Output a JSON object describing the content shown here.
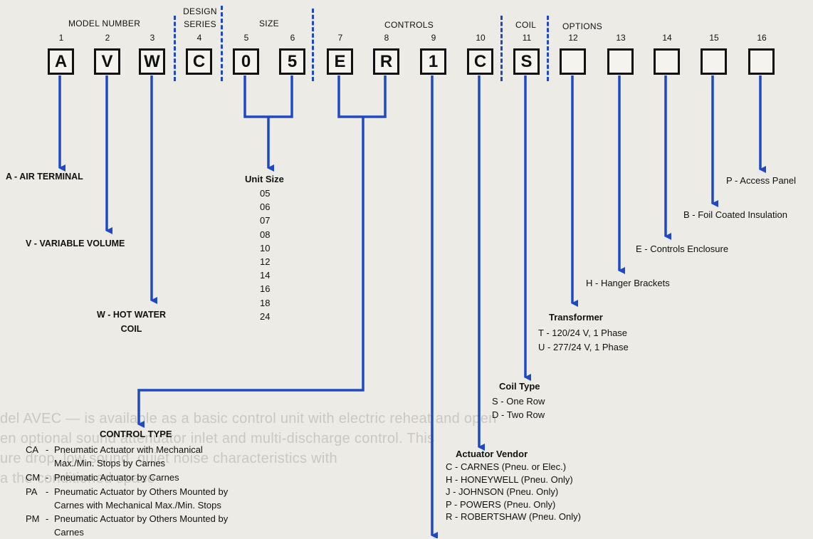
{
  "headers": {
    "model_number": "MODEL NUMBER",
    "design_series_line1": "DESIGN",
    "design_series_line2": "SERIES",
    "size": "SIZE",
    "controls": "CONTROLS",
    "coil": "COIL",
    "options": "OPTIONS"
  },
  "positions": [
    "1",
    "2",
    "3",
    "4",
    "5",
    "6",
    "7",
    "8",
    "9",
    "10",
    "11",
    "12",
    "13",
    "14",
    "15",
    "16"
  ],
  "boxes": [
    "A",
    "V",
    "W",
    "C",
    "0",
    "5",
    "E",
    "R",
    "1",
    "C",
    "S",
    "",
    "",
    "",
    "",
    ""
  ],
  "labels": {
    "air_terminal": "A - AIR TERMINAL",
    "variable_volume": "V - VARIABLE VOLUME",
    "hot_water_line1": "W - HOT WATER",
    "hot_water_line2": "COIL"
  },
  "unit_size": {
    "title": "Unit Size",
    "values": [
      "05",
      "06",
      "07",
      "08",
      "10",
      "12",
      "14",
      "16",
      "18",
      "24"
    ]
  },
  "control_type": {
    "title": "CONTROL TYPE",
    "items": [
      {
        "code": "CA",
        "lines": [
          "Pneumatic Actuator with Mechanical",
          "Max./Min. Stops by Carnes"
        ]
      },
      {
        "code": "CM",
        "lines": [
          "Pneumatic Actuator by Carnes"
        ]
      },
      {
        "code": "PA",
        "lines": [
          "Pneumatic Actuator by Others Mounted by",
          "Carnes with Mechanical Max./Min. Stops"
        ]
      },
      {
        "code": "PM",
        "lines": [
          "Pneumatic Actuator by Others Mounted by",
          "Carnes"
        ]
      }
    ]
  },
  "actuator_vendor": {
    "title": "Actuator Vendor",
    "items": [
      "C - CARNES (Pneu. or Elec.)",
      "H - HONEYWELL (Pneu. Only)",
      "J - JOHNSON (Pneu. Only)",
      "P - POWERS (Pneu. Only)",
      "R - ROBERTSHAW (Pneu. Only)"
    ]
  },
  "coil_type": {
    "title": "Coil Type",
    "items": [
      "S - One Row",
      "D - Two Row"
    ]
  },
  "transformer": {
    "title": "Transformer",
    "items": [
      "T - 120/24 V, 1 Phase",
      "U - 277/24 V, 1 Phase"
    ]
  },
  "options": {
    "hanger_brackets": "H - Hanger Brackets",
    "controls_enclosure": "E - Controls Enclosure",
    "foil_insulation": "B - Foil Coated Insulation",
    "access_panel": "P - Access Panel"
  },
  "background_text": [
    "del AVEC — is available as a basic control unit with electric reheat and open",
    "en optional sound attenuator inlet and multi-discharge control. This",
    "ure drop, low sound, quiet noise characteristics with",
    "a the conditioned space"
  ],
  "colors": {
    "arrow": "#1f49c4",
    "separator": "#1f49c4",
    "background": "#ecebe6"
  }
}
